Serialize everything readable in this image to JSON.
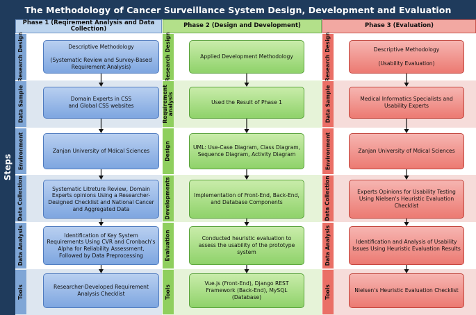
{
  "title": "The Methodology of Cancer Surveillance System Design, Development and Evaluation",
  "steps_label": "Steps",
  "phases": [
    {
      "header": "Phase 1 (Reqirement Analysis and Data Collection)",
      "rows": [
        {
          "label": "Research Design",
          "box": "Descriptive Methodology\n\n(Systematic Review and Survey-Based Requirement Analysis)"
        },
        {
          "label": "Data Sample",
          "box": "Domain Experts in CSS\nand Global CSS websites"
        },
        {
          "label": "Environment",
          "box": "Zanjan University of Mdical Sciences"
        },
        {
          "label": "Data Collection",
          "box": "Systematic Litreture Review, Domain Experts opinions Using a Researcher-Designed Checklist and National Cancer and Aggregated Data"
        },
        {
          "label": "Data Analysis",
          "box": "Identification of Key System Requirements Using CVR and Cronbach's Alpha for Reliability Assessment, Followed by Data Preprocessing"
        },
        {
          "label": "Tools",
          "box": "Researcher-Developed Requirement Analysis Checklist"
        }
      ]
    },
    {
      "header": "Phase 2 (Design and Development)",
      "rows": [
        {
          "label": "Research Design",
          "box": "Applied Development Methodology"
        },
        {
          "label": "Requirement analysis",
          "box": "Used the Result of Phase 1"
        },
        {
          "label": "Design",
          "box": "UML: Use-Case Diagram, Class Diagram, Sequence Diagram, Activity Diagram"
        },
        {
          "label": "Developments",
          "box": "Implementation of Front-End, Back-End, and Database Components"
        },
        {
          "label": "Evaluation",
          "box": "Conducted heuristic evaluation to assess the usability of the prototype system"
        },
        {
          "label": "Tools",
          "box": "Vue.js (Front-End), Django REST Framework (Back-End), MySQL (Database)"
        }
      ]
    },
    {
      "header": "Phase 3 (Evaluation)",
      "rows": [
        {
          "label": "Research Design",
          "box": "Descriptive Methodology\n\n(Usability Evaluation)"
        },
        {
          "label": "Data Sample",
          "box": "Medical Informatics Specialists and Usability Experts"
        },
        {
          "label": "Environment",
          "box": "Zanjan University of Mdical Sciences"
        },
        {
          "label": "Data Collection",
          "box": "Experts Opinions for Usability Testing Using Nielsen's Heuristic Evaluation Checklist"
        },
        {
          "label": "Data Analysis",
          "box": "Identification and Analysis of Usability Issues Using Heuristic Evaluation Results"
        },
        {
          "label": "Tools",
          "box": "Nielsen's Heuristic Evaluation Checklist"
        }
      ]
    }
  ]
}
